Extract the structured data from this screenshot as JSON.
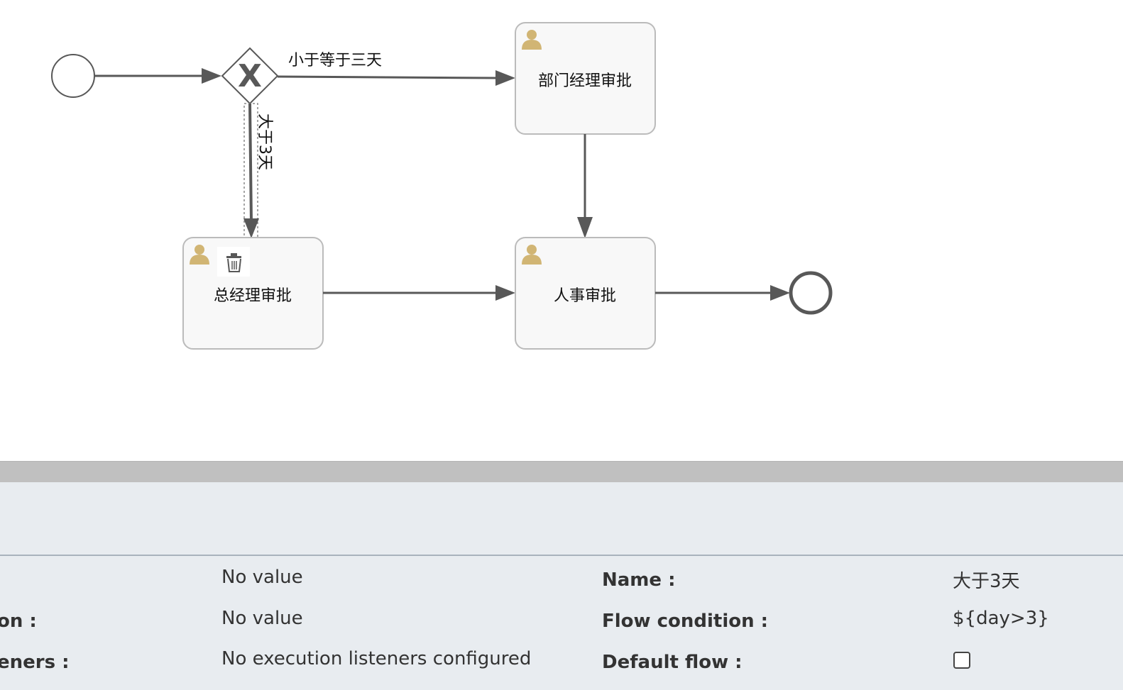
{
  "diagram": {
    "tasks": [
      {
        "id": "dept",
        "label": "部门经理审批"
      },
      {
        "id": "gm",
        "label": "总经理审批"
      },
      {
        "id": "hr",
        "label": "人事审批"
      }
    ],
    "gateway_marker": "X",
    "flows": {
      "le3_label": "小于等于三天",
      "gt3_label": "大于3天"
    },
    "icons": {
      "task_user": "user-icon",
      "delete": "trash-icon"
    },
    "colors": {
      "stroke": "#585858",
      "task_fill": "#f8f8f8",
      "task_border": "#bbbbbb",
      "user_icon": "#d1b574"
    }
  },
  "properties": {
    "left_rows": [
      {
        "label": "",
        "value": "No value"
      },
      {
        "label": "on :",
        "value": "No value"
      },
      {
        "label": "eners :",
        "value": "No execution listeners configured"
      }
    ],
    "right_rows": [
      {
        "label": "Name :",
        "value": "大于3天"
      },
      {
        "label": "Flow condition :",
        "value": "${day>3}"
      },
      {
        "label": "Default flow :",
        "value": ""
      }
    ]
  }
}
